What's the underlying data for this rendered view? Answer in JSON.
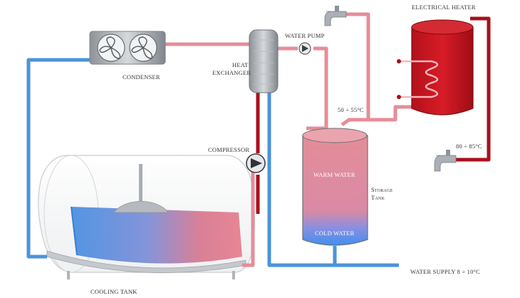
{
  "labels": {
    "electrical_heater": "ELECTRICAL HEATER",
    "water_pump": "WATER PUMP",
    "condenser": "CONDENSER",
    "heat_exchanger_line1": "HEAT",
    "heat_exchanger_line2": "EXCHANGER",
    "storage_temp": "50 ÷ 55°C",
    "heater_temp": "80 ÷ 85°C",
    "compressor": "COMPRESSOR",
    "warm_water": "WARM WATER",
    "cold_water": "COLD WATER",
    "storage_tank_line1": "Storage",
    "storage_tank_line2": "Tank",
    "water_supply": "WATER SUPPLY 8 ÷ 10°C",
    "cooling_tank": "COOLING TANK"
  },
  "colors": {
    "hot_pipe": "#e58d98",
    "cold_pipe": "#4a93db",
    "dark_red": "#a8101a",
    "heater_red": "#c0141f",
    "metal": "#9aa0a6"
  }
}
